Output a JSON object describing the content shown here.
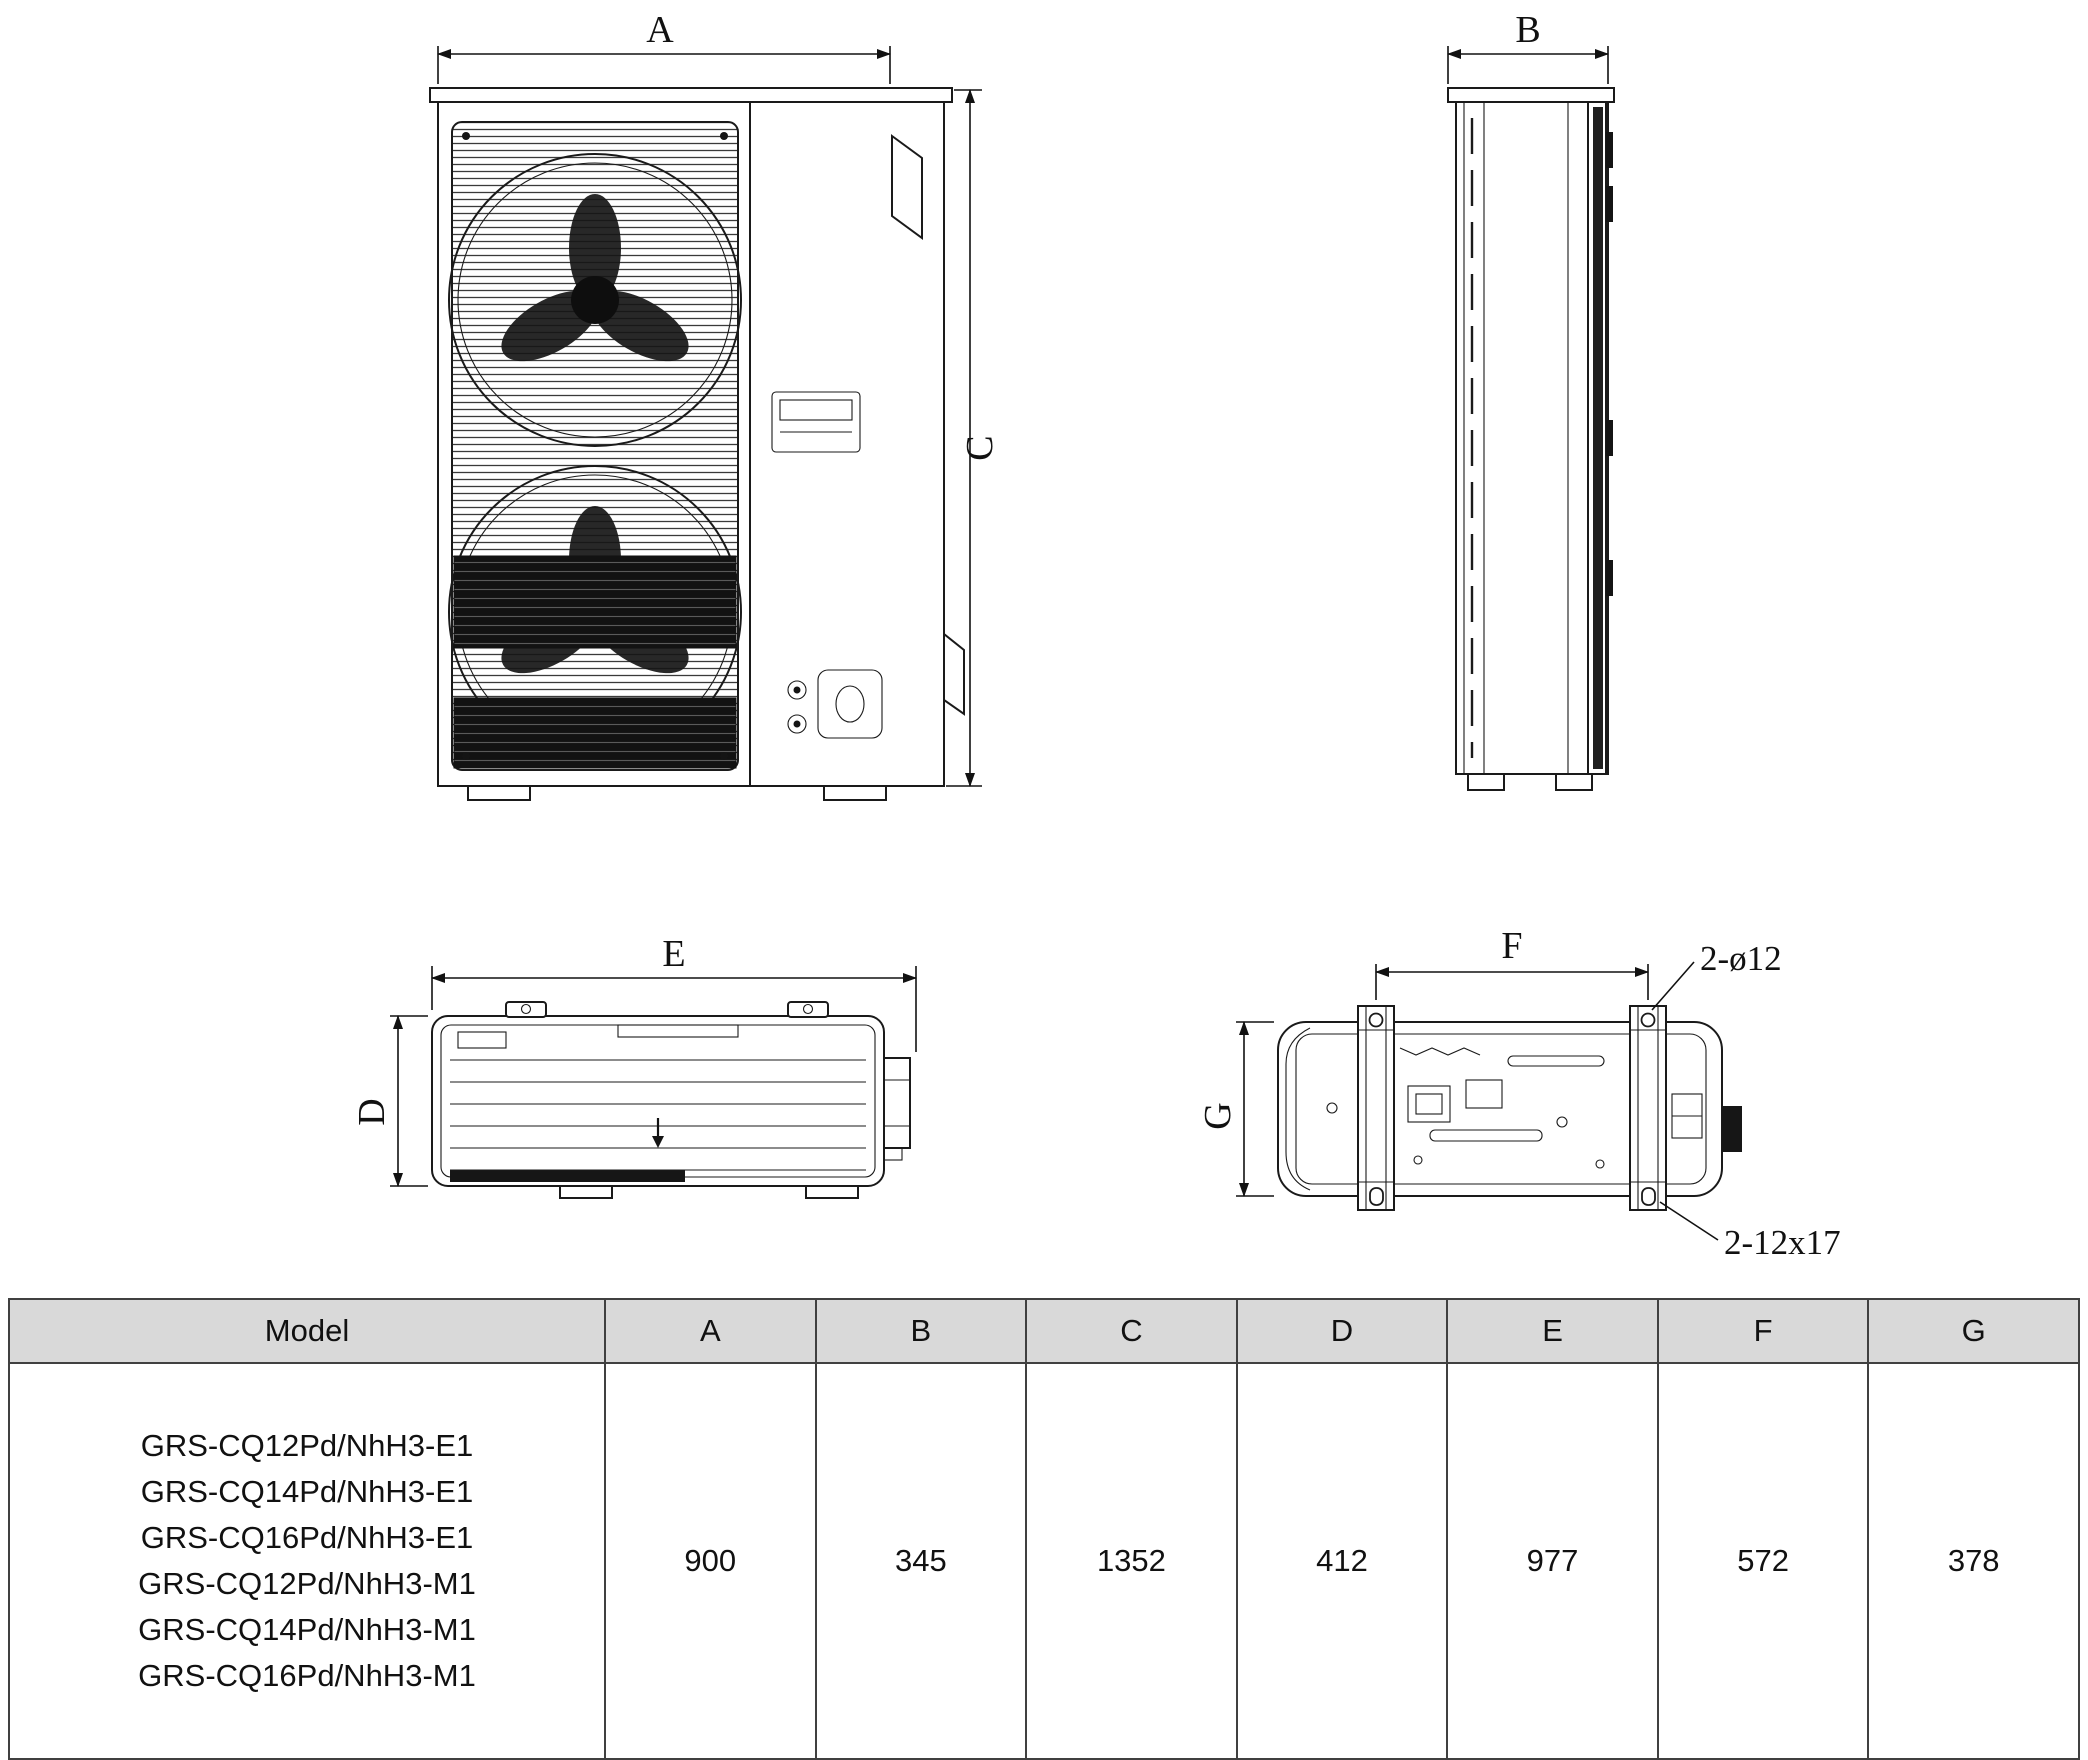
{
  "drawing": {
    "labels": {
      "A": "A",
      "B": "B",
      "C": "C",
      "D": "D",
      "E": "E",
      "F": "F",
      "G": "G"
    },
    "annotations": {
      "top_holes": "2-ø12",
      "bottom_slots": "2-12x17"
    }
  },
  "table": {
    "headers": [
      "Model",
      "A",
      "B",
      "C",
      "D",
      "E",
      "F",
      "G"
    ],
    "models": [
      "GRS-CQ12Pd/NhH3-E1",
      "GRS-CQ14Pd/NhH3-E1",
      "GRS-CQ16Pd/NhH3-E1",
      "GRS-CQ12Pd/NhH3-M1",
      "GRS-CQ14Pd/NhH3-M1",
      "GRS-CQ16Pd/NhH3-M1"
    ],
    "values": [
      "900",
      "345",
      "1352",
      "412",
      "977",
      "572",
      "378"
    ]
  },
  "colors": {
    "line": "#1a1a1a",
    "header_bg": "#d9d9d9"
  }
}
